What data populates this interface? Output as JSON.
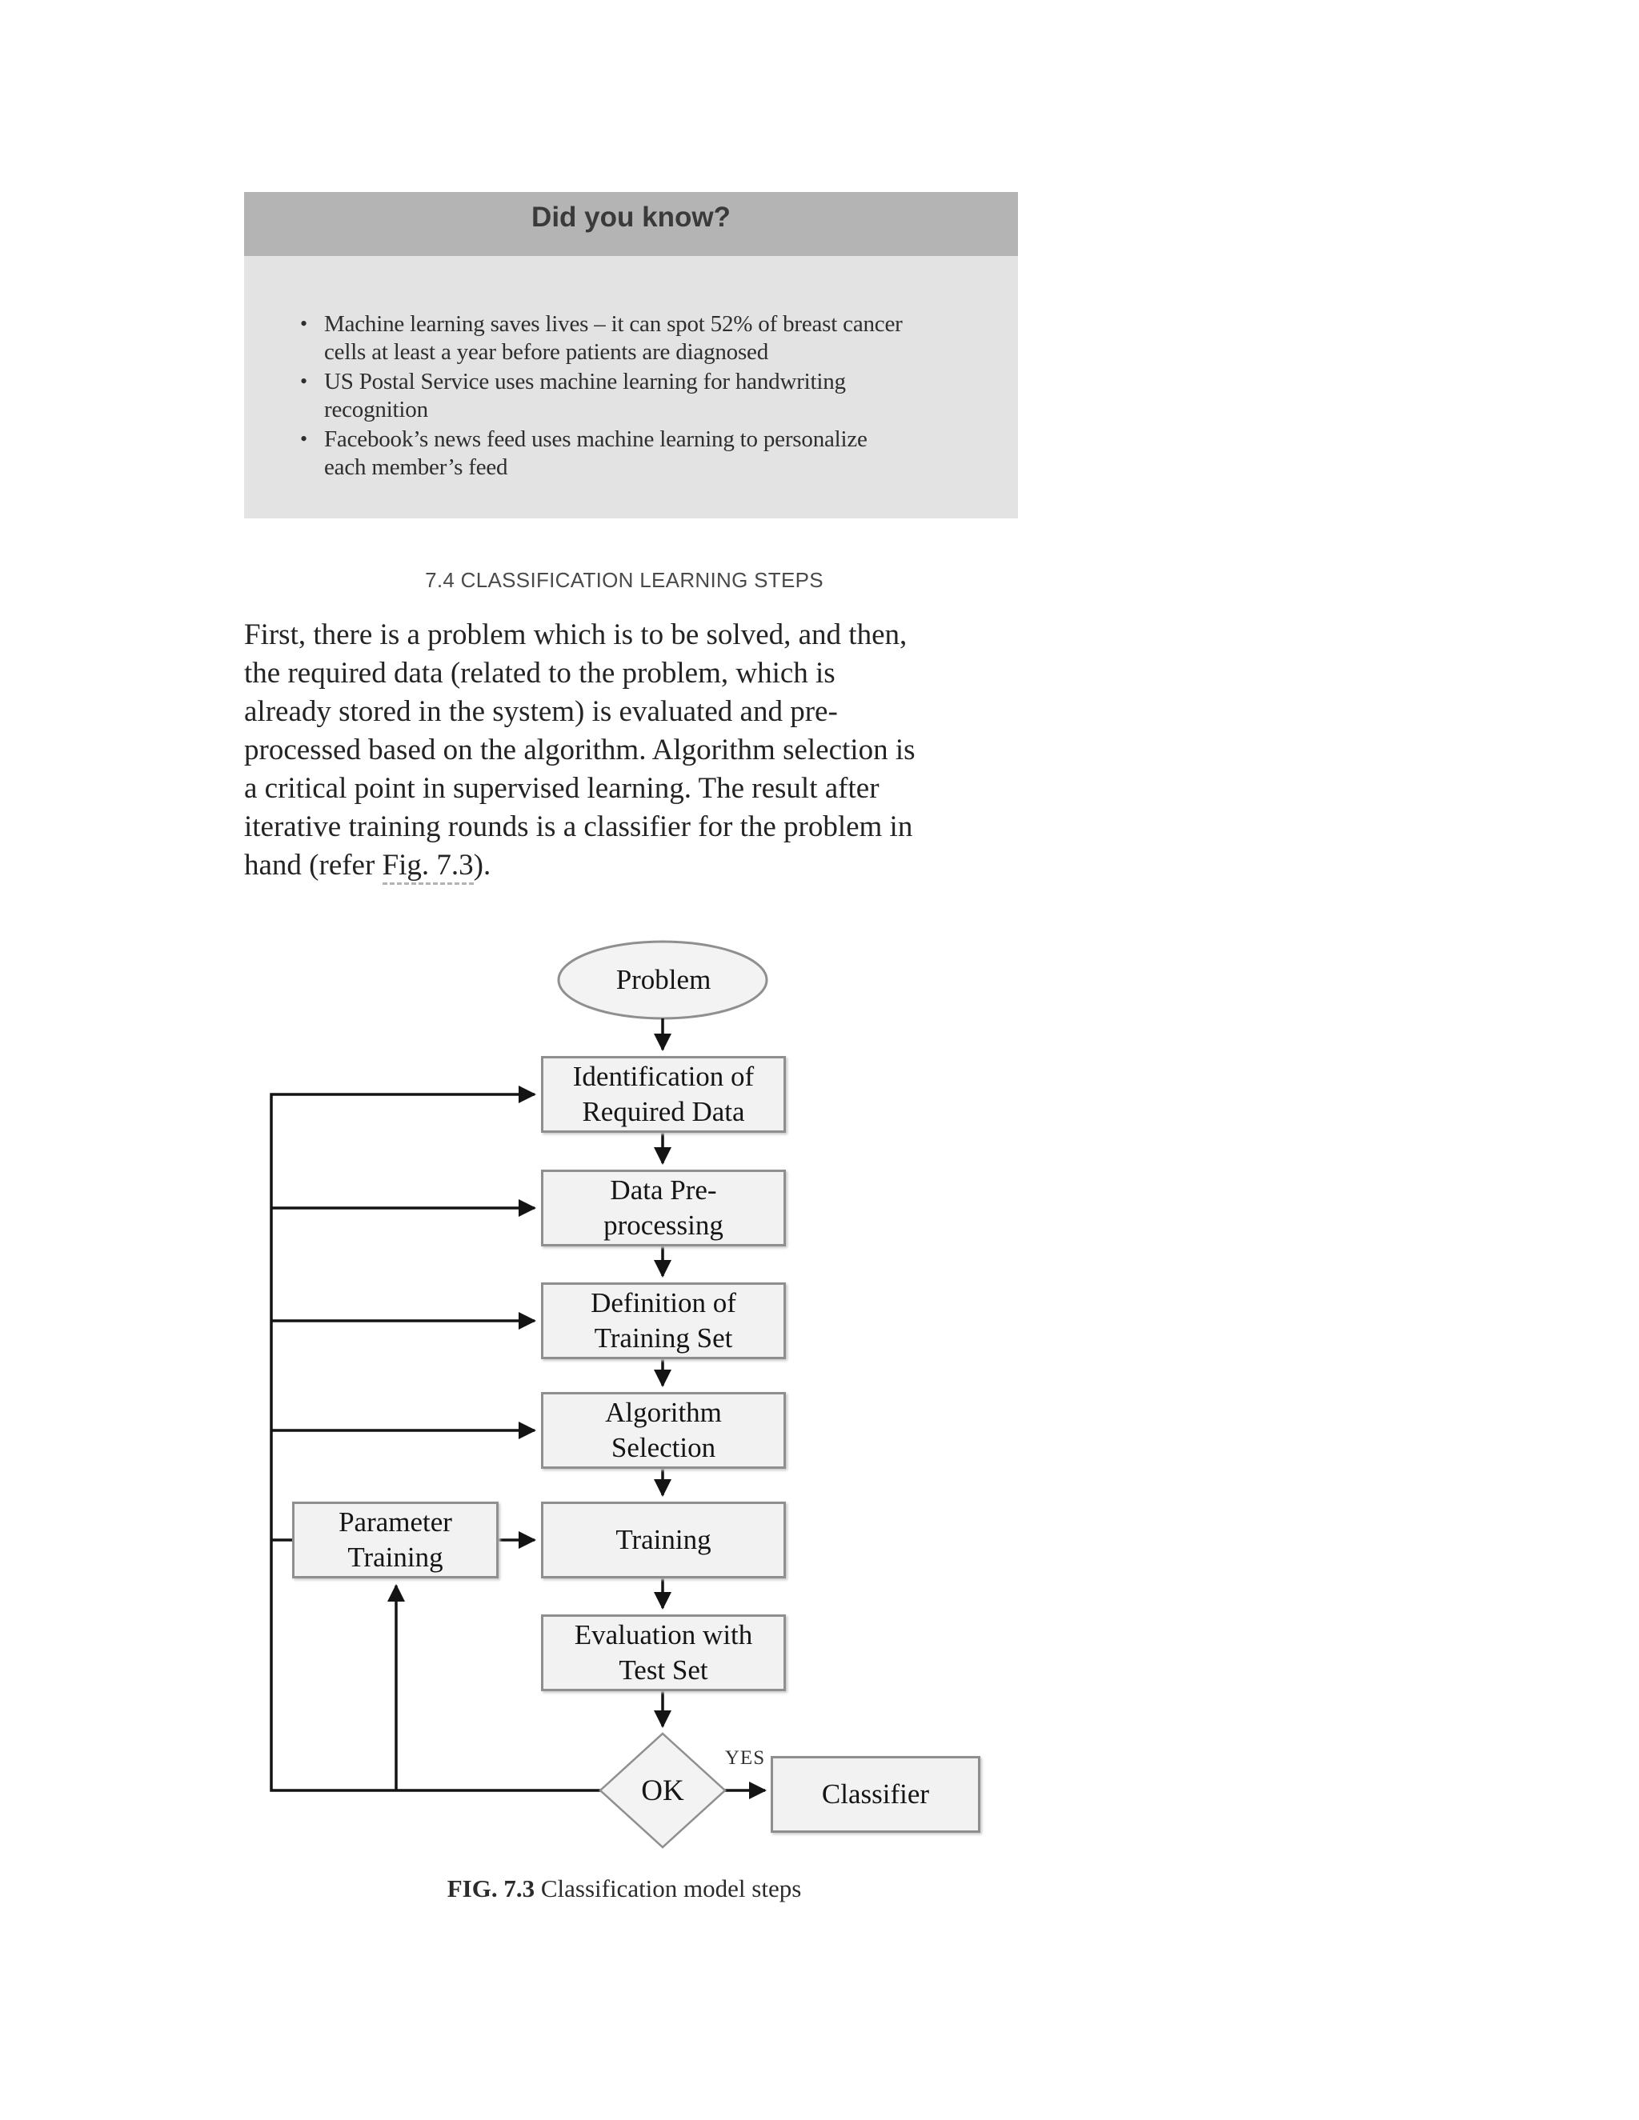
{
  "colors": {
    "page_background": "#ffffff",
    "callout_header_bg": "#b4b4b4",
    "callout_body_bg": "#e3e3e3",
    "node_fill": "#f2f2f2",
    "node_border": "#8f8f8f",
    "connector_line": "#141414"
  },
  "did_you_know": {
    "title": "Did you know?",
    "bullet_marker": "•",
    "bullets": [
      {
        "lines": [
          "Machine learning saves lives – it can spot 52% of breast cancer",
          "cells at least a year before patients are diagnosed"
        ]
      },
      {
        "lines": [
          "US Postal Service uses machine learning for handwriting",
          "recognition"
        ]
      },
      {
        "lines": [
          "Facebook’s news feed uses machine learning to personalize",
          "each member’s feed"
        ]
      }
    ]
  },
  "section_heading": "7.4 CLASSIFICATION LEARNING STEPS",
  "paragraph": {
    "lines": [
      "First, there is a problem which is to be solved, and then,",
      "the required data (related to the problem, which is",
      "already stored in the system) is evaluated and pre-",
      "processed based on the algorithm. Algorithm selection is",
      "a critical point in supervised learning. The result after",
      "iterative training rounds is a classifier for the problem in"
    ],
    "line7_pre": "hand (refer ",
    "link_text": "Fig. 7.3",
    "line7_post": ")."
  },
  "flowchart": {
    "problem": "Problem",
    "identification": {
      "line1": "Identification of",
      "line2": "Required Data"
    },
    "preprocessing": {
      "line1": "Data Pre-",
      "line2": "processing"
    },
    "training_set": {
      "line1": "Definition of",
      "line2": "Training Set"
    },
    "algorithm": {
      "line1": "Algorithm",
      "line2": "Selection"
    },
    "parameter_training": {
      "line1": "Parameter",
      "line2": "Training"
    },
    "training": "Training",
    "evaluation": {
      "line1": "Evaluation with",
      "line2": "Test Set"
    },
    "decision": "OK",
    "yes_label": "YES",
    "classifier": "Classifier"
  },
  "caption": {
    "label": "FIG. 7.3",
    "text": "Classification model steps"
  }
}
